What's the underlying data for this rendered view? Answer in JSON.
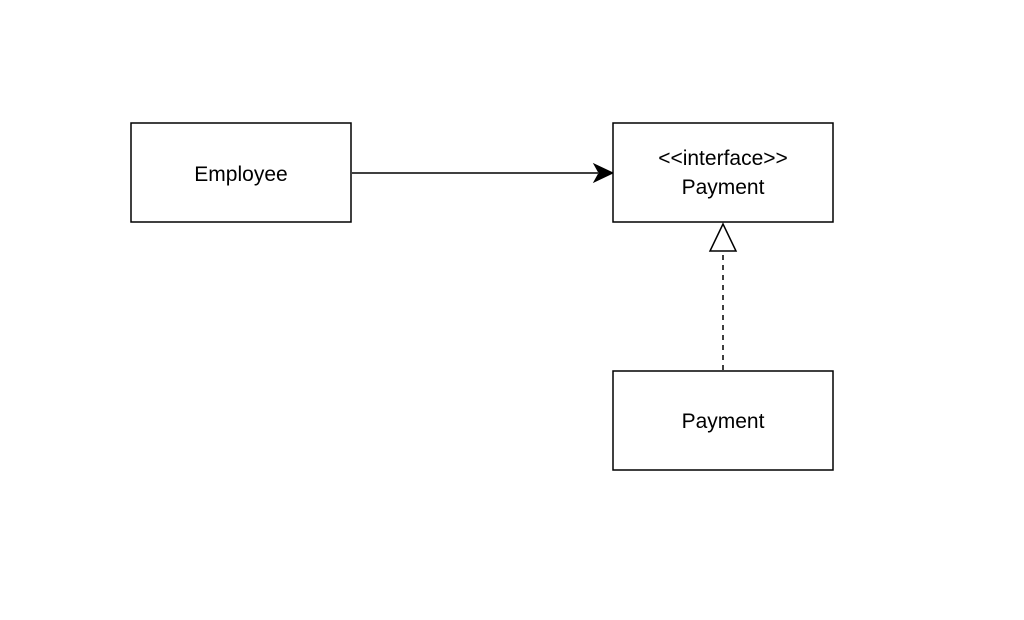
{
  "diagram": {
    "nodes": [
      {
        "id": "employee",
        "lines": [
          "Employee"
        ]
      },
      {
        "id": "payment-interface",
        "lines": [
          "<<interface>>",
          "Payment"
        ]
      },
      {
        "id": "payment-class",
        "lines": [
          "Payment"
        ]
      }
    ],
    "edges": [
      {
        "id": "employee-to-payment",
        "from": "employee",
        "to": "payment-interface",
        "kind": "association",
        "line": "solid",
        "arrowhead": "filled"
      },
      {
        "id": "payment-realizes-interface",
        "from": "payment-class",
        "to": "payment-interface",
        "kind": "realization",
        "line": "dashed",
        "arrowhead": "hollow-triangle"
      }
    ]
  },
  "colors": {
    "background": "#ffffff",
    "stroke": "#000000",
    "text": "#000000"
  }
}
